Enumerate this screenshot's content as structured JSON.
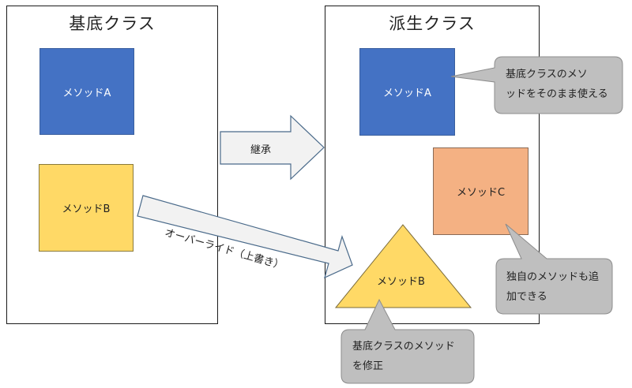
{
  "base_class": {
    "title": "基底クラス",
    "method_a": "メソッドA",
    "method_b": "メソッドB"
  },
  "derived_class": {
    "title": "派生クラス",
    "method_a": "メソッドA",
    "method_b": "メソッドB",
    "method_c": "メソッドC"
  },
  "arrows": {
    "inherit": "継承",
    "override": "オーバーライド（上書き）"
  },
  "callouts": {
    "use_base_line1": "基底クラスのメソ",
    "use_base_line2": "ッドをそのまま使える",
    "add_line1": "独自のメソッドも追",
    "add_line2": "加できる",
    "modify_line1": "基底クラスのメソッド",
    "modify_line2": "を修正"
  },
  "colors": {
    "blue": "#4472c4",
    "yellow": "#ffd966",
    "orange": "#f4b183",
    "arrow_fill": "#f2f2f2",
    "callout_fill": "#bfbfbf"
  }
}
